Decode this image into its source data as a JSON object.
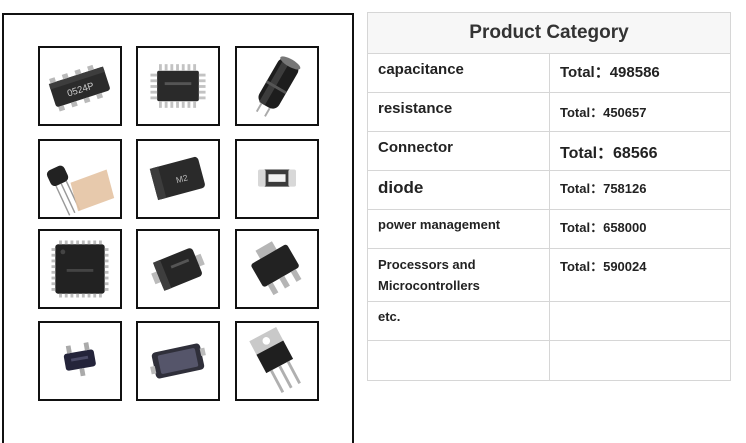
{
  "gallery": {
    "products": [
      {
        "name": "resistor-array-chip",
        "marking": "0524P"
      },
      {
        "name": "qfp-ic-chip",
        "marking": ""
      },
      {
        "name": "electrolytic-capacitor",
        "marking": ""
      },
      {
        "name": "to92-transistor",
        "marking": ""
      },
      {
        "name": "smd-diode",
        "marking": "M2"
      },
      {
        "name": "chip-resistor",
        "marking": ""
      },
      {
        "name": "plcc-ic-chip",
        "marking": ""
      },
      {
        "name": "smb-diode",
        "marking": ""
      },
      {
        "name": "sot223-regulator",
        "marking": ""
      },
      {
        "name": "sot23-transistor",
        "marking": ""
      },
      {
        "name": "smd-crystal",
        "marking": ""
      },
      {
        "name": "to220-component",
        "marking": ""
      }
    ]
  },
  "table": {
    "title": "Product Category",
    "rows": [
      {
        "category": "capacitance",
        "total": "Total：498586"
      },
      {
        "category": "resistance",
        "total": "Total：450657"
      },
      {
        "category": "Connector",
        "total": "Total：68566"
      },
      {
        "category": "diode",
        "total": "Total：758126"
      },
      {
        "category": "power management",
        "total": "Total：658000"
      },
      {
        "category": "Processors and Microcontrollers",
        "total": "Total：590024"
      },
      {
        "category": "etc.",
        "total": ""
      },
      {
        "category": "",
        "total": ""
      }
    ]
  }
}
